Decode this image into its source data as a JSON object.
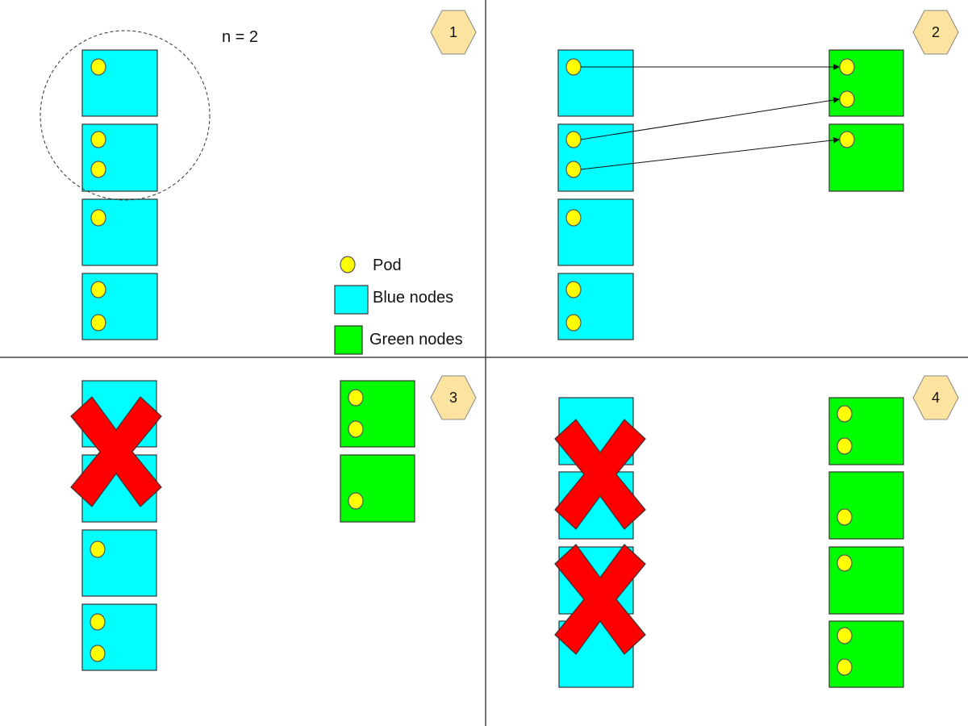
{
  "steps": [
    "1",
    "2",
    "3",
    "4"
  ],
  "annotation": "n = 2",
  "legend": {
    "pod": "Pod",
    "blue_nodes": "Blue nodes",
    "green_nodes": "Green nodes"
  },
  "colors": {
    "blue_node": "#00ffff",
    "green_node": "#00ff00",
    "pod": "#ffff00",
    "cross": "#ff0000",
    "step_badge": "#fde3a0"
  }
}
